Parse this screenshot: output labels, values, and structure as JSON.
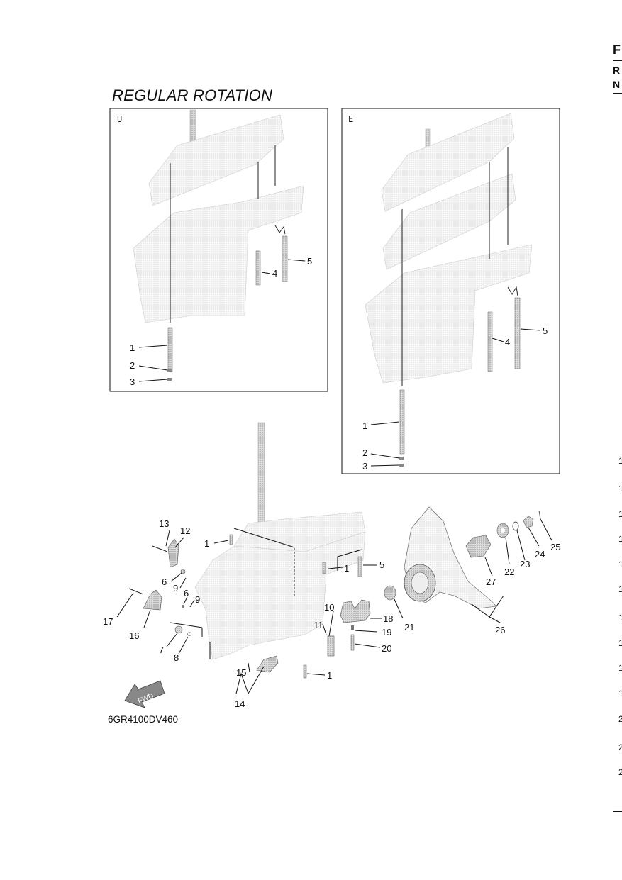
{
  "title": "REGULAR ROTATION",
  "diagram_code": "6GR4100DV460",
  "panel_u": {
    "letter": "U",
    "callouts": [
      "1",
      "2",
      "3",
      "4",
      "5"
    ]
  },
  "panel_e": {
    "letter": "E",
    "callouts": [
      "1",
      "2",
      "3",
      "4",
      "5"
    ]
  },
  "main_callouts": [
    "1",
    "1",
    "1",
    "5",
    "6",
    "9",
    "6",
    "9",
    "7",
    "8",
    "10",
    "11",
    "12",
    "13",
    "14",
    "15",
    "16",
    "17",
    "18",
    "19",
    "20",
    "21",
    "22",
    "23",
    "24",
    "25",
    "26",
    "27"
  ],
  "fwd_label": "FWD",
  "right_edge": {
    "header_letters": [
      "F",
      "R",
      "N"
    ],
    "numbers": [
      "1",
      "1",
      "1",
      "1",
      "1",
      "1",
      "1",
      "1",
      "1",
      "1",
      "2",
      "2",
      "2"
    ]
  }
}
